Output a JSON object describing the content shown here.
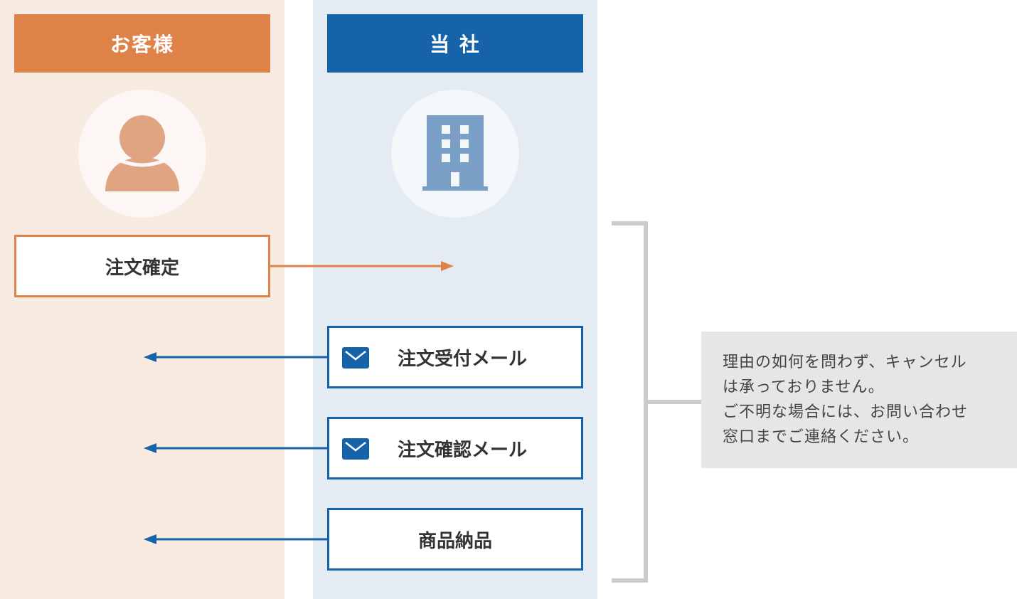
{
  "customer": {
    "header": "お客様",
    "icon": "person-icon"
  },
  "company": {
    "header": "当 社",
    "icon": "building-icon"
  },
  "steps": {
    "order_confirm": "注文確定",
    "receipt_mail": "注文受付メール",
    "confirm_mail": "注文確認メール",
    "delivery": "商品納品"
  },
  "note": {
    "lines": [
      "理由の如何を問わず、キャンセル",
      "は承っておりません。",
      "ご不明な場合には、お問い合わせ",
      "窓口までご連絡ください。"
    ]
  },
  "colors": {
    "customer_accent": "#de8247",
    "company_accent": "#1663a9",
    "customer_bg": "#f8ebe2",
    "company_bg": "#e4ebf2",
    "bracket": "#cccccc"
  }
}
